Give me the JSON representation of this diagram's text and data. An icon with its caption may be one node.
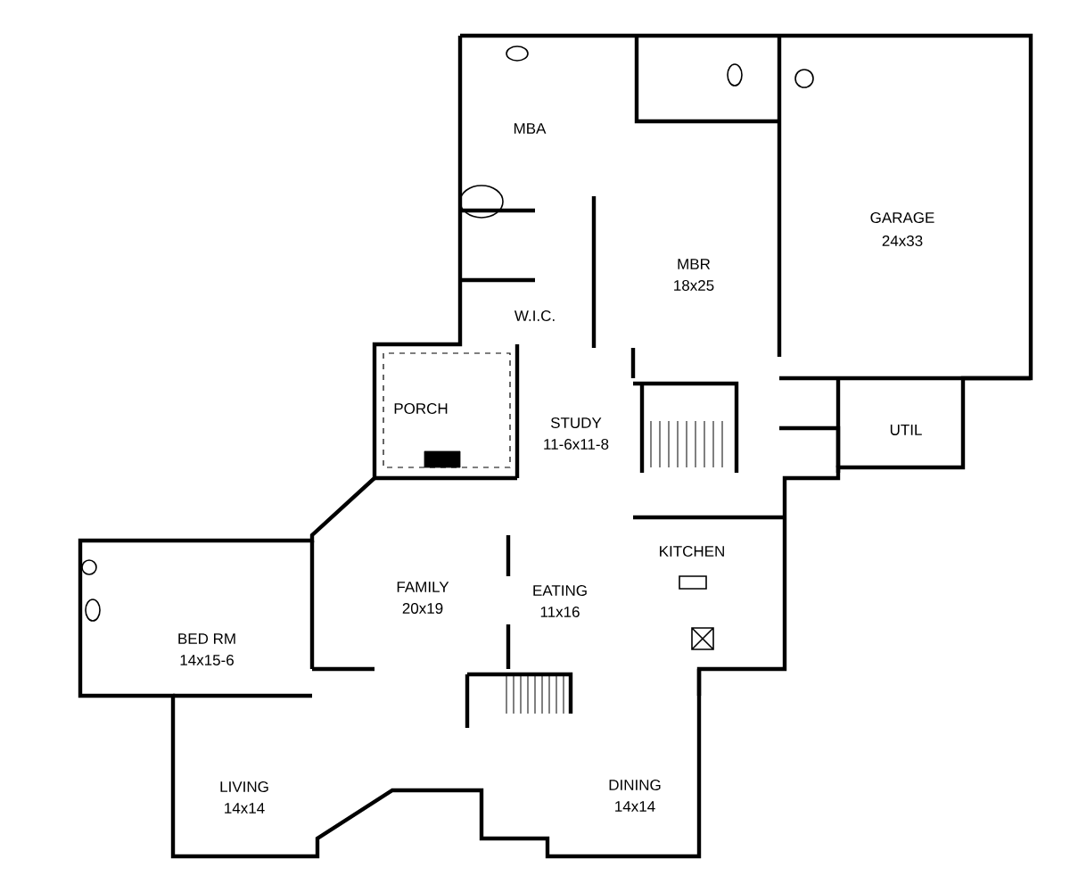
{
  "diagram": {
    "labels": [
      "MBA",
      "MBR",
      "18x25",
      "GARAGE",
      "24x33",
      "W.I.C.",
      "PORCH",
      "STUDY",
      "11-6x11-8",
      "UTIL",
      "KITCHEN",
      "FAMILY",
      "20x19",
      "EATING",
      "11x16",
      "BED RM",
      "14x15-6",
      "LIVING",
      "14x14",
      "DINING",
      "14x14"
    ]
  }
}
